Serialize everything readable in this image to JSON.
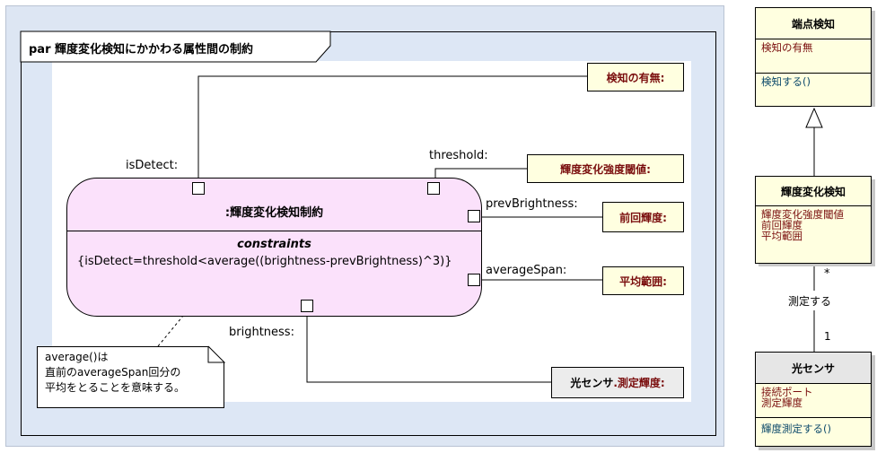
{
  "par_diagram": {
    "label": "par 輝度変化検知にかかわる属性間の制約",
    "constraint_block": {
      "title": ":輝度変化検知制約",
      "compartment_heading": "constraints",
      "expression": "{isDetect=threshold<average((brightness-prevBrightness)^3)}"
    },
    "ports": {
      "is_detect": "isDetect:",
      "threshold": "threshold:",
      "prev_brightness": "prevBrightness:",
      "average_span": "averageSpan:",
      "brightness": "brightness:"
    },
    "properties": {
      "detect_presence": "検知の有無:",
      "threshold_value": "輝度変化強度閾値:",
      "prev_brightness": "前回輝度:",
      "average_range": "平均範囲:",
      "sensor_owner": "光センサ",
      "sensor_property": ".測定輝度:"
    },
    "note": {
      "lines": [
        "average()は",
        "直前のaverageSpan回分の",
        "平均をとることを意味する。"
      ]
    }
  },
  "class_diagram": {
    "endpoint_class": {
      "name": "端点検知",
      "attributes": [
        "検知の有無"
      ],
      "operations": [
        "検知する()"
      ]
    },
    "brightness_class": {
      "name": "輝度変化検知",
      "attributes": [
        "輝度変化強度閾値",
        "前回輝度",
        "平均範囲"
      ]
    },
    "association": {
      "multiplicity_top": "*",
      "label": "測定する",
      "multiplicity_bottom": "1"
    },
    "sensor_class": {
      "name": "光センサ",
      "attributes": [
        "接続ポート",
        "測定輝度"
      ],
      "operations": [
        "輝度測定する()"
      ]
    }
  },
  "colors": {
    "frame_background": "#dde6f3",
    "constraint_block_fill": "#fbe1fb",
    "property_fill": "#ffffe0",
    "sensor_fill": "#ececec",
    "attribute_text": "#7a0e0e",
    "operation_text": "#0d4a6b"
  }
}
